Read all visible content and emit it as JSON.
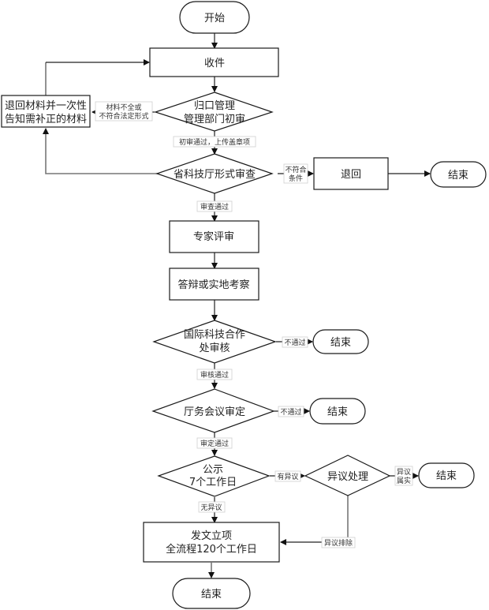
{
  "flowchart": {
    "nodes": {
      "start": {
        "lines": [
          "开始"
        ]
      },
      "receive": {
        "lines": [
          "收件"
        ]
      },
      "return_materials": {
        "lines": [
          "退回材料并一次性",
          "告知需补正的材料"
        ]
      },
      "initial_review": {
        "lines": [
          "归口管理",
          "管理部门初审"
        ]
      },
      "formal_review": {
        "lines": [
          "省科技厅形式审查"
        ]
      },
      "return": {
        "lines": [
          "退回"
        ]
      },
      "end_1": {
        "lines": [
          "结束"
        ]
      },
      "expert_review": {
        "lines": [
          "专家评审"
        ]
      },
      "defense": {
        "lines": [
          "答辩或实地考察"
        ]
      },
      "intl_review": {
        "lines": [
          "国际科技合作",
          "处审核"
        ]
      },
      "end_2": {
        "lines": [
          "结束"
        ]
      },
      "meeting_review": {
        "lines": [
          "厅务会议审定"
        ]
      },
      "end_3": {
        "lines": [
          "结束"
        ]
      },
      "publicity": {
        "lines": [
          "公示",
          "7个工作日"
        ]
      },
      "objection": {
        "lines": [
          "异议处理"
        ]
      },
      "end_4": {
        "lines": [
          "结束"
        ]
      },
      "approval": {
        "lines": [
          "发文立项",
          "全流程120个工作日"
        ]
      },
      "end_5": {
        "lines": [
          "结束"
        ]
      }
    },
    "edge_labels": {
      "incomplete": [
        "材料不全或",
        "不符合法定形式"
      ],
      "initial_pass": [
        "初审通过，上传盖章项"
      ],
      "not_qualified": [
        "不符合",
        "条件"
      ],
      "review_pass": [
        "审查通过"
      ],
      "intl_fail": [
        "不通过"
      ],
      "intl_pass": [
        "审核通过"
      ],
      "meeting_fail": [
        "不通过"
      ],
      "meeting_pass": [
        "审定通过"
      ],
      "has_objection": [
        "有异议"
      ],
      "objection_valid": [
        "异议",
        "属实"
      ],
      "no_objection": [
        "无异议"
      ],
      "objection_cleared": [
        "异议排除"
      ]
    }
  }
}
